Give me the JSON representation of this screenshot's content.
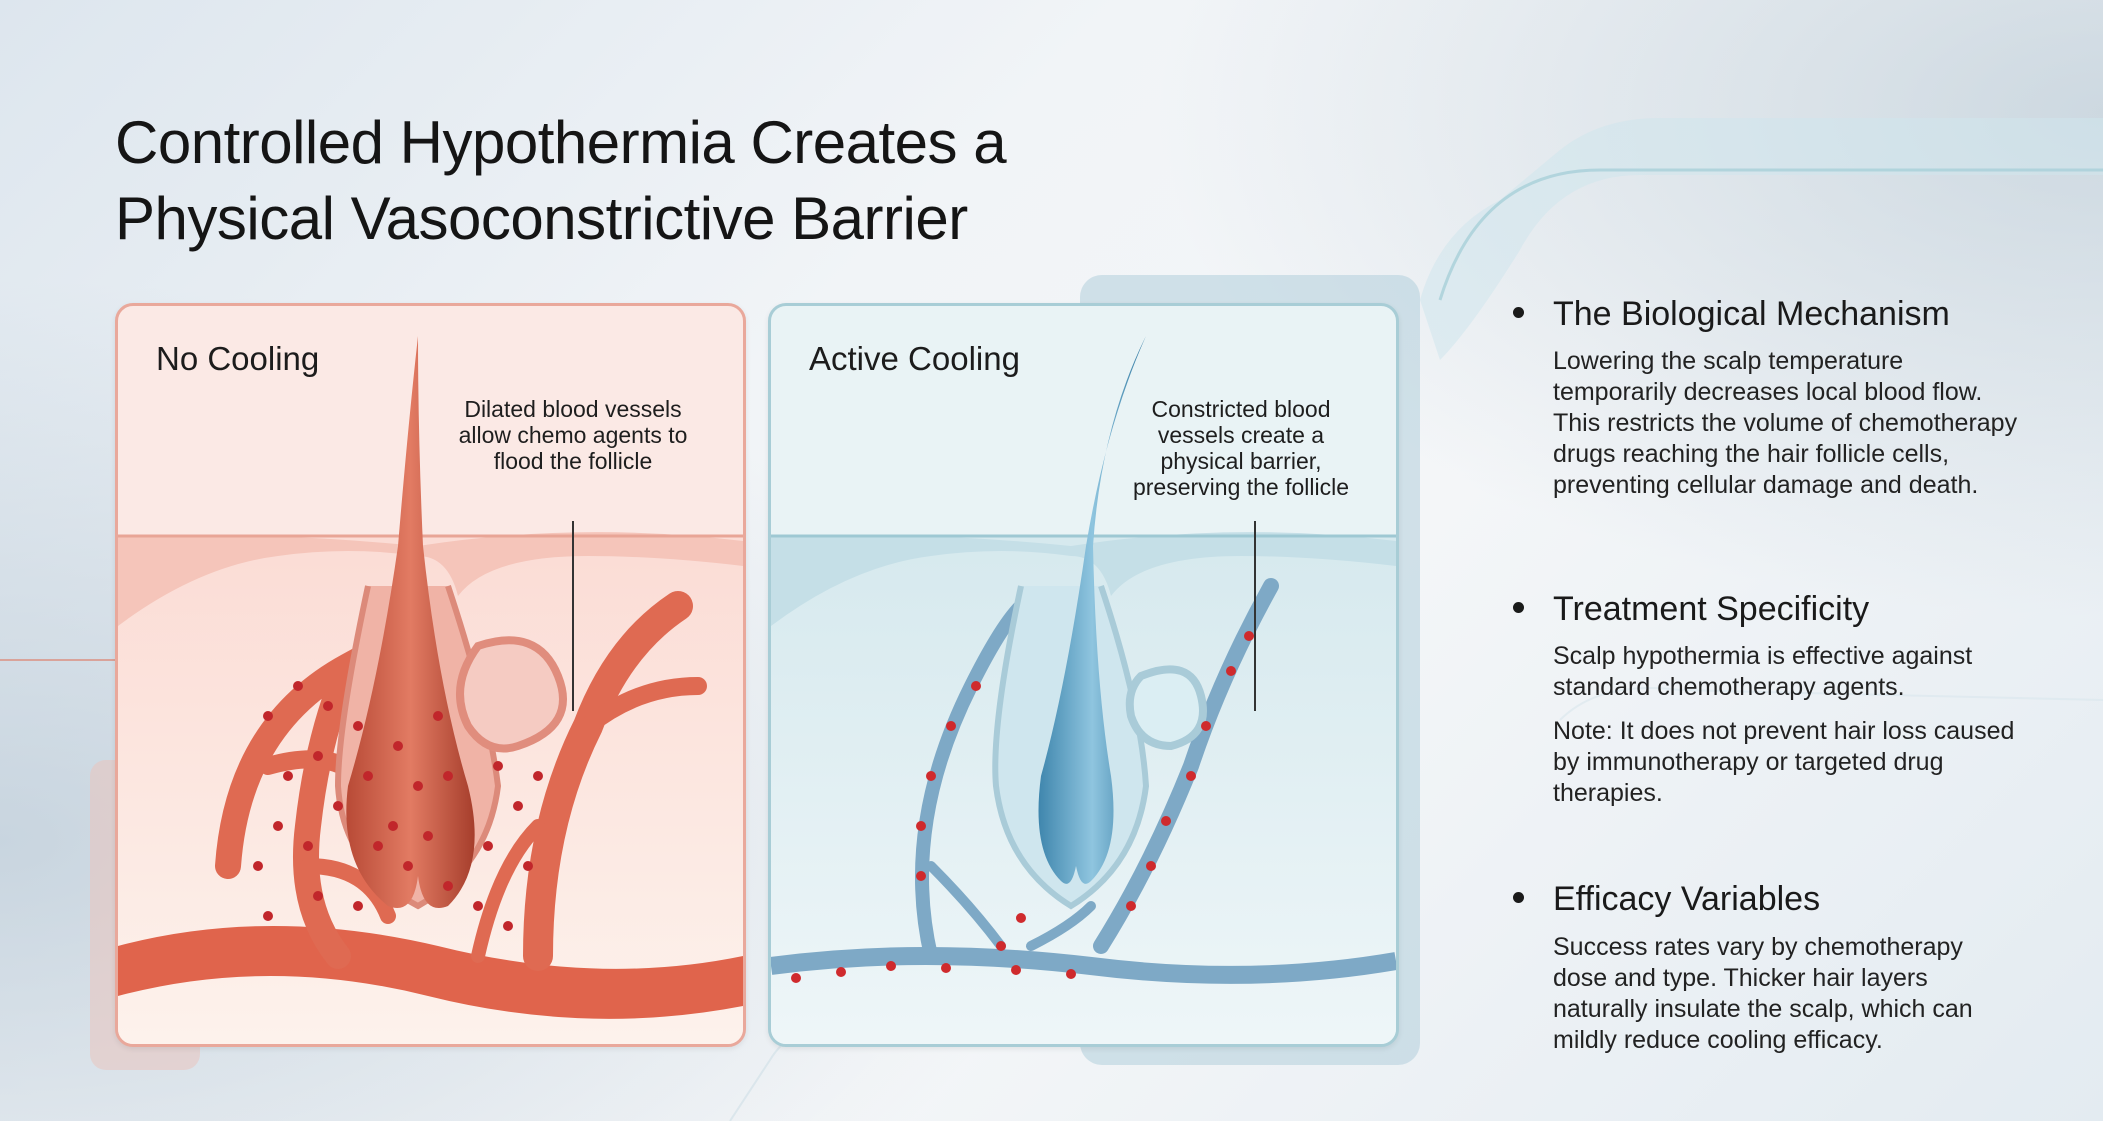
{
  "title": {
    "line1": "Controlled Hypothermia Creates a",
    "line2": "Physical Vasoconstrictive Barrier"
  },
  "panels": [
    {
      "label": "No Cooling",
      "callout": "Dilated blood vessels allow chemo agents to flood the follicle",
      "theme": {
        "bg": "#fbe7e3",
        "skin": "#f6c9c0",
        "hair": "#c9553f",
        "vessel": "#e56a53",
        "dot": "#c0242a"
      }
    },
    {
      "label": "Active Cooling",
      "callout": "Constricted blood vessels create a physical barrier, preserving the follicle",
      "theme": {
        "bg": "#e6f1f3",
        "skin": "#c9e1e8",
        "hair": "#4f93b8",
        "vessel": "#7aa9c8",
        "dot": "#d0262c"
      }
    }
  ],
  "points": [
    {
      "heading": "The Biological Mechanism",
      "body": "Lowering the scalp temperature temporarily decreases local blood flow. This restricts the volume of chemotherapy drugs reaching the hair follicle cells, preventing cellular damage and death."
    },
    {
      "heading": "Treatment Specificity",
      "body": "Scalp hypothermia is effective against standard chemotherapy agents.",
      "note": "Note: It does not prevent hair loss caused by immunotherapy or targeted drug therapies."
    },
    {
      "heading": "Efficacy Variables",
      "body": "Success rates vary by chemotherapy dose and type. Thicker hair layers naturally insulate the scalp, which can mildly reduce cooling efficacy."
    }
  ]
}
